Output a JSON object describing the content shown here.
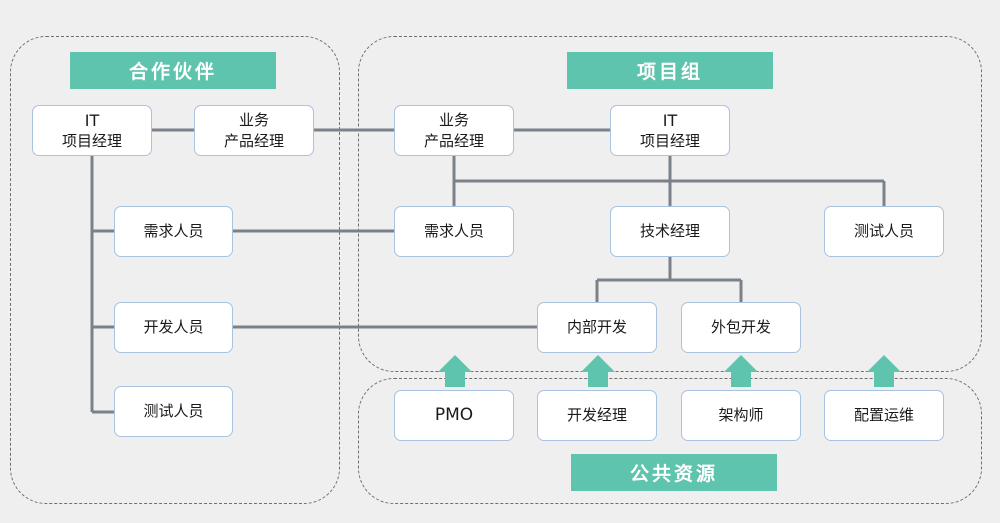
{
  "groups": {
    "partner": {
      "title": "合作伙伴"
    },
    "project": {
      "title": "项目组"
    },
    "public": {
      "title": "公共资源"
    }
  },
  "nodes": {
    "partner_it_pm": {
      "line1": "IT",
      "line2": "项目经理"
    },
    "partner_biz_pm": {
      "line1": "业务",
      "line2": "产品经理"
    },
    "partner_req": {
      "label": "需求人员"
    },
    "partner_dev": {
      "label": "开发人员"
    },
    "partner_test": {
      "label": "测试人员"
    },
    "proj_biz_pm": {
      "line1": "业务",
      "line2": "产品经理"
    },
    "proj_it_pm": {
      "line1": "IT",
      "line2": "项目经理"
    },
    "proj_req": {
      "label": "需求人员"
    },
    "proj_tech_mgr": {
      "label": "技术经理"
    },
    "proj_test": {
      "label": "测试人员"
    },
    "proj_internal_dev": {
      "label": "内部开发"
    },
    "proj_outsource_dev": {
      "label": "外包开发"
    },
    "pub_pmo": {
      "label": "PMO"
    },
    "pub_dev_mgr": {
      "label": "开发经理"
    },
    "pub_architect": {
      "label": "架构师"
    },
    "pub_config_ops": {
      "label": "配置运维"
    }
  },
  "colors": {
    "accent": "#5fc4ad",
    "connector": "#7b8189",
    "node_border": "#a9c2dd",
    "background": "#efefef"
  }
}
